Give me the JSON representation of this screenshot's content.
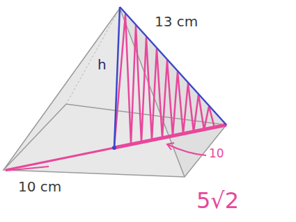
{
  "diagram": {
    "labels": [
      "13 cm",
      "h",
      "10",
      "10 cm",
      "5√2"
    ]
  }
}
